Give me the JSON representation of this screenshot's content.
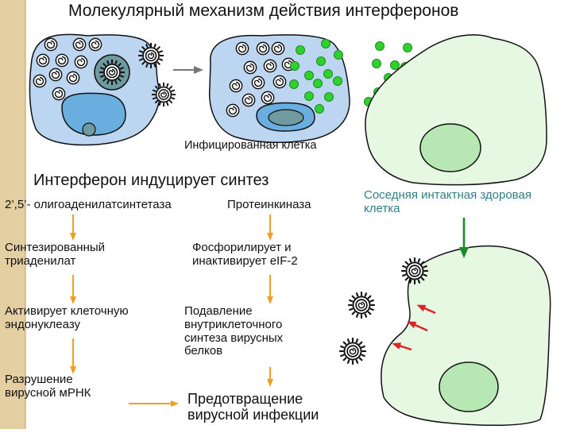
{
  "title": "Молекулярный механизм действия интерферонов",
  "infected_cell_label": "Инфицированная клетка",
  "induces_heading": "Интерферон индуцирует синтез",
  "neighbor_label": "Соседняя интактная здоровая клетка",
  "left_chain": [
    "2’,5’- олигоаденилатсинтетаза",
    "Синтезированный\nтриаденилат",
    "Активирует клеточную\nэндонуклеазу",
    "Разрушение\nвирусной мРНК"
  ],
  "right_chain": [
    "Протеинкиназа",
    "Фосфорилирует и\nинактивирует eIF-2",
    "Подавление\nвнутриклеточного\nсинтеза вирусных\nбелков"
  ],
  "outcome": "Предотвращение\nвирусной инфекции",
  "colors": {
    "side_bar": "#e3cfa2",
    "infected_cell": "#bcd6f2",
    "nucleus": "#6aaee0",
    "virus_core": "#6f9aa0",
    "healthy_cell": "#e6f8e2",
    "healthy_nucleus": "#b7e8b4",
    "interferon_dot": "#2ed12e",
    "flow_arrow": "#f0a020",
    "green_arrow": "#1a8a2a",
    "red_arrow": "#dd2222",
    "neighbor_text": "#2f7f86"
  },
  "icons": [
    "virus-icon",
    "viral-genome-icon",
    "interferon-molecule-icon"
  ]
}
